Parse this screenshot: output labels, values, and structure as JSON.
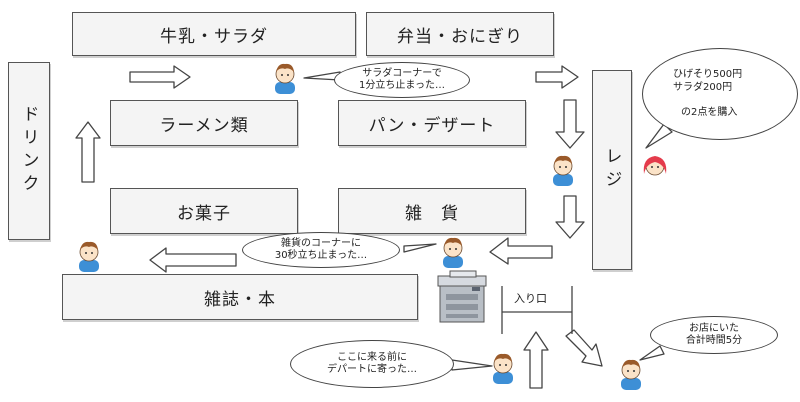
{
  "shelves": {
    "milk_salad": "牛乳・サラダ",
    "bento_onigiri": "弁当・おにぎり",
    "drink": "ドリンク",
    "ramen": "ラーメン類",
    "bread_dessert": "パン・デザート",
    "register": "レジ",
    "snacks": "お菓子",
    "goods": "雑　貨",
    "magazines": "雑誌・本"
  },
  "bubbles": {
    "salad_stop": [
      "サラダコーナーで",
      "1分立ち止まった…"
    ],
    "purchase": [
      "ひげそり500円",
      "サラダ200円",
      "",
      "の2点を購入"
    ],
    "goods_stop": [
      "雑貨のコーナーに",
      "30秒立ち止まった…"
    ],
    "total_time": [
      "お店にいた",
      "合計時間5分"
    ],
    "before_dept": [
      "ここに来る前に",
      "デパートに寄った…"
    ]
  },
  "entrance": {
    "label": "入り口"
  },
  "colors": {
    "hair": "#9a5a2a",
    "shirt": "#3d8fd6",
    "skin": "#fbe3c8",
    "cashier_hair": "#e43b4b",
    "line": "#444444"
  }
}
